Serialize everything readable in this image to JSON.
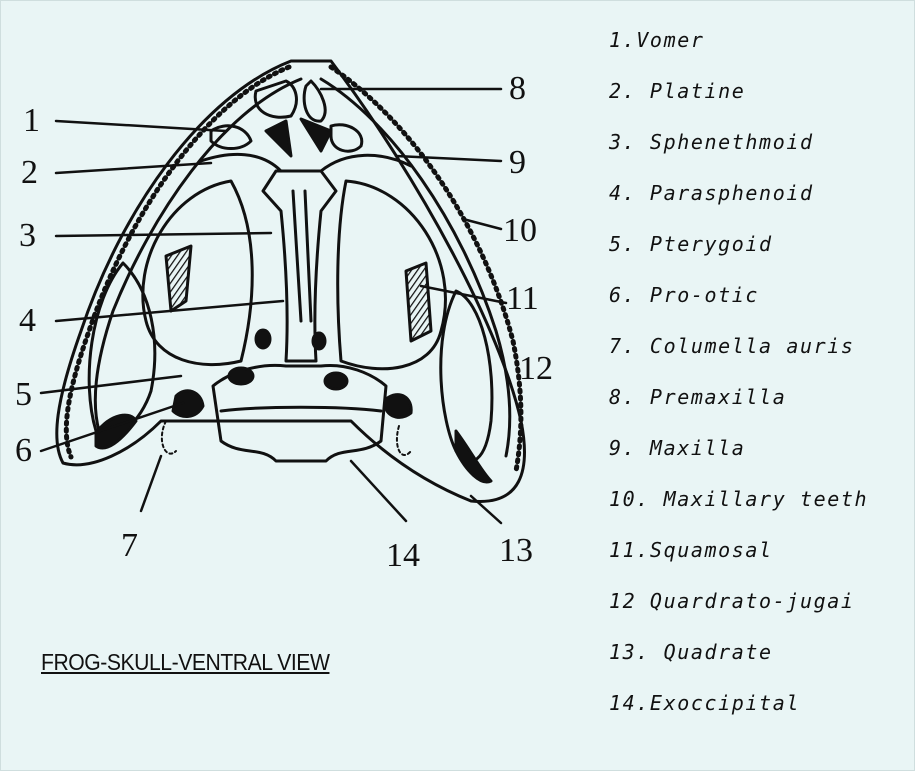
{
  "diagram": {
    "caption": "FROG-SKULL-VENTRAL VIEW",
    "callout_numbers": [
      "1",
      "2",
      "3",
      "4",
      "5",
      "6",
      "7",
      "8",
      "9",
      "10",
      "11",
      "12",
      "13",
      "14"
    ],
    "legend": [
      "1.Vomer",
      "2.  Platine",
      "3.  Sphenethmoid",
      "4.  Parasphenoid",
      "5.  Pterygoid",
      "6.  Pro-otic",
      "7.  Columella auris",
      "8.  Premaxilla",
      "9.  Maxilla",
      "10. Maxillary teeth",
      "11.Squamosal",
      "12 Quardrato-jugai",
      "13.  Quadrate",
      "14.Exoccipital"
    ]
  },
  "colors": {
    "background": "#e9f5f5",
    "ink": "#111111"
  }
}
